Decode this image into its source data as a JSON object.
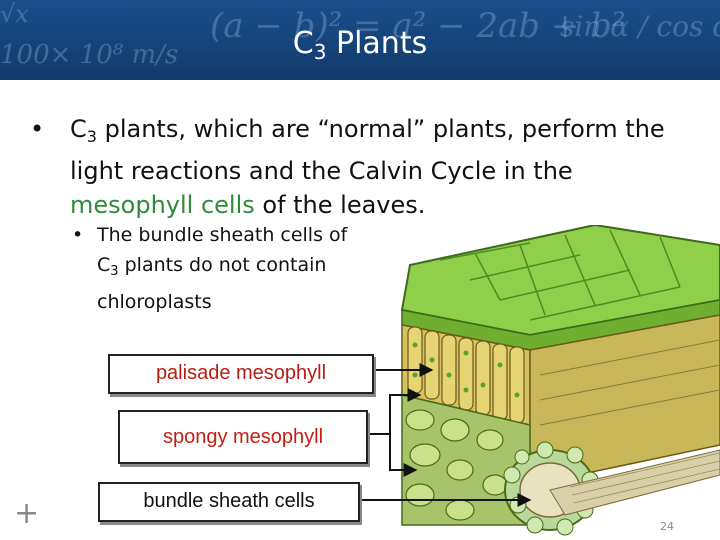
{
  "header": {
    "title_main": "C",
    "title_sub": "3",
    "title_rest": " Plants",
    "bg_math": [
      "(a − b)² = a² − 2ab + b²",
      "sin α / cos α",
      "100× 10⁸ m/s",
      "√x"
    ]
  },
  "bullet1": {
    "dot": "•",
    "part1": "C",
    "part1_sub": "3",
    "part2": " plants, which are “normal” plants, perform the light reactions and the Calvin Cycle in the ",
    "highlight": "mesophyll cells",
    "part3": " of the leaves."
  },
  "bullet2": {
    "dot": "•",
    "part1": "The bundle sheath cells of ",
    "part2_main": "C",
    "part2_sub": "3",
    "part3": " plants do not contain chloroplasts"
  },
  "labels": {
    "palisade": "palisade mesophyll",
    "spongy": "spongy mesophyll",
    "bundle": "bundle sheath cells"
  },
  "footer": {
    "plus": "+",
    "page_number": "24"
  },
  "colors": {
    "header_bg": "#154378",
    "highlight_green": "#2e8b3a",
    "label_red": "#c41e14"
  }
}
